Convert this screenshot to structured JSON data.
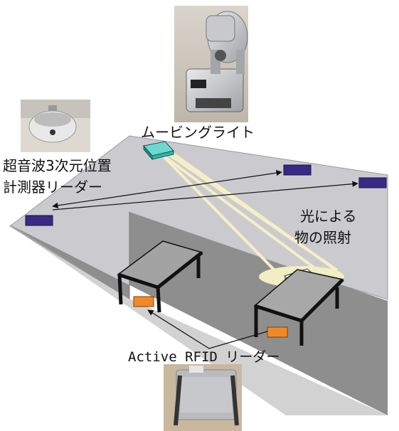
{
  "labels": {
    "moving_light": "ムービングライト",
    "ultrasonic_line1": "超音波3次元位置",
    "ultrasonic_line2": "計測器リーダー",
    "light_line1": "光による",
    "light_line2": "物の照射",
    "rfid_reader": "Active RFID リーダー"
  },
  "colors": {
    "wall": "#cbcbcf",
    "floor": "#8e8e8e",
    "ultrasonic_sensor": "#3a2a86",
    "moving_light_box": "#2fb5a8",
    "rfid_tag": "#f08a28",
    "light_beam": "#f2edc2",
    "table_line": "#111111"
  },
  "icons": {
    "moving_light_photo": "moving-head-light-photo",
    "ultrasonic_photo": "ultrasonic-sensor-photo",
    "rfid_photo": "rfid-reader-photo"
  }
}
